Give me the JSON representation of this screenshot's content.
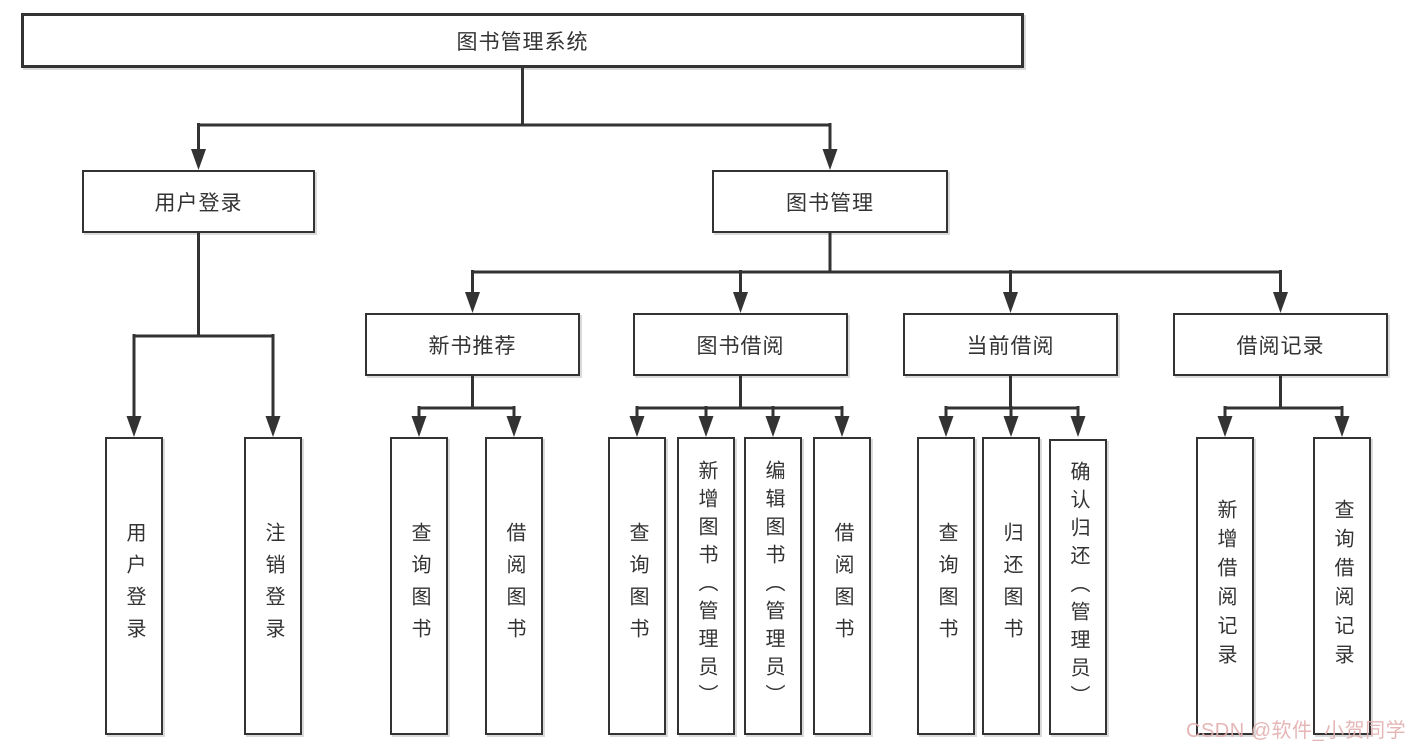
{
  "diagram": {
    "root": {
      "label": "图书管理系统"
    },
    "user_login": {
      "label": "用户登录",
      "children": [
        {
          "label": "用户登录"
        },
        {
          "label": "注销登录"
        }
      ]
    },
    "book_management": {
      "label": "图书管理",
      "sections": [
        {
          "label": "新书推荐",
          "children": [
            {
              "label": "查询图书"
            },
            {
              "label": "借阅图书"
            }
          ]
        },
        {
          "label": "图书借阅",
          "children": [
            {
              "label": "查询图书"
            },
            {
              "label": "新增图书（管理员）"
            },
            {
              "label": "编辑图书（管理员）"
            },
            {
              "label": "借阅图书"
            }
          ]
        },
        {
          "label": "当前借阅",
          "children": [
            {
              "label": "查询图书"
            },
            {
              "label": "归还图书"
            },
            {
              "label": "确认归还（管理员）"
            }
          ]
        },
        {
          "label": "借阅记录",
          "children": [
            {
              "label": "新增借阅记录"
            },
            {
              "label": "查询借阅记录"
            }
          ]
        }
      ]
    }
  },
  "colors": {
    "line": "#333333",
    "node_border": "#333333",
    "text": "#333333",
    "watermark": "#e3b0b0",
    "background": "#ffffff"
  },
  "watermark": {
    "text": "CSDN @软件_小贺同学"
  }
}
